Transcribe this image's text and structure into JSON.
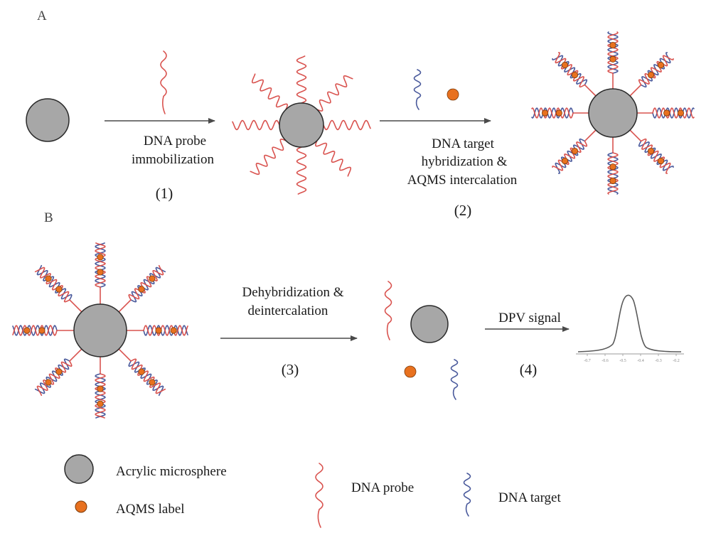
{
  "sections": {
    "a_label": "A",
    "b_label": "B"
  },
  "steps": [
    {
      "label_lines": [
        "DNA probe",
        "immobilization"
      ],
      "number": "(1)"
    },
    {
      "label_lines": [
        "DNA target",
        "hybridization &",
        "AQMS intercalation"
      ],
      "number": "(2)"
    },
    {
      "label_lines": [
        "Dehybridization &",
        "deintercalation"
      ],
      "number": "(3)"
    },
    {
      "label_lines": [
        "DPV signal"
      ],
      "number": "(4)"
    }
  ],
  "legend": {
    "microsphere": "Acrylic microsphere",
    "aqms": "AQMS label",
    "probe": "DNA probe",
    "target": "DNA target"
  },
  "dpv_ticks": [
    "-0.7",
    "-0.6",
    "-0.5",
    "-0.4",
    "-0.3",
    "-0.2"
  ],
  "colors": {
    "probe": "#d9534f",
    "target": "#4a5a9c",
    "aqms": "#e8711f",
    "sphere": "#a7a7a7",
    "sphere_stroke": "#2a2a2a"
  }
}
